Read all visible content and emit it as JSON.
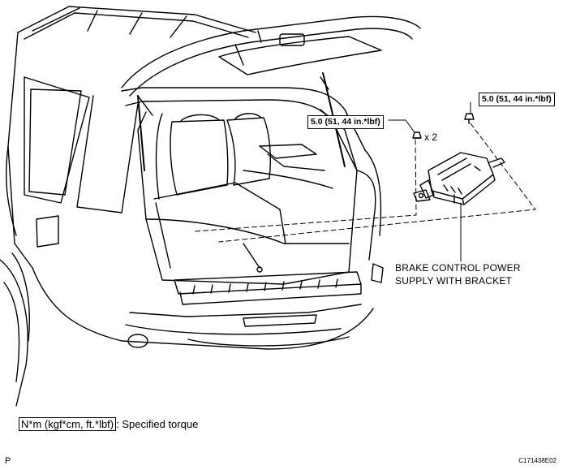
{
  "torque_labels": {
    "left": "5.0 (51, 44 in.*lbf)",
    "right": "5.0 (51, 44 in.*lbf)"
  },
  "quantity_label": "x 2",
  "component_label": {
    "line1": "BRAKE CONTROL POWER",
    "line2": "SUPPLY WITH BRACKET"
  },
  "legend": {
    "boxed": "N*m (kgf*cm, ft.*lbf)",
    "text": ": Specified torque"
  },
  "corner_letter": "P",
  "figure_id": "C171438E02"
}
